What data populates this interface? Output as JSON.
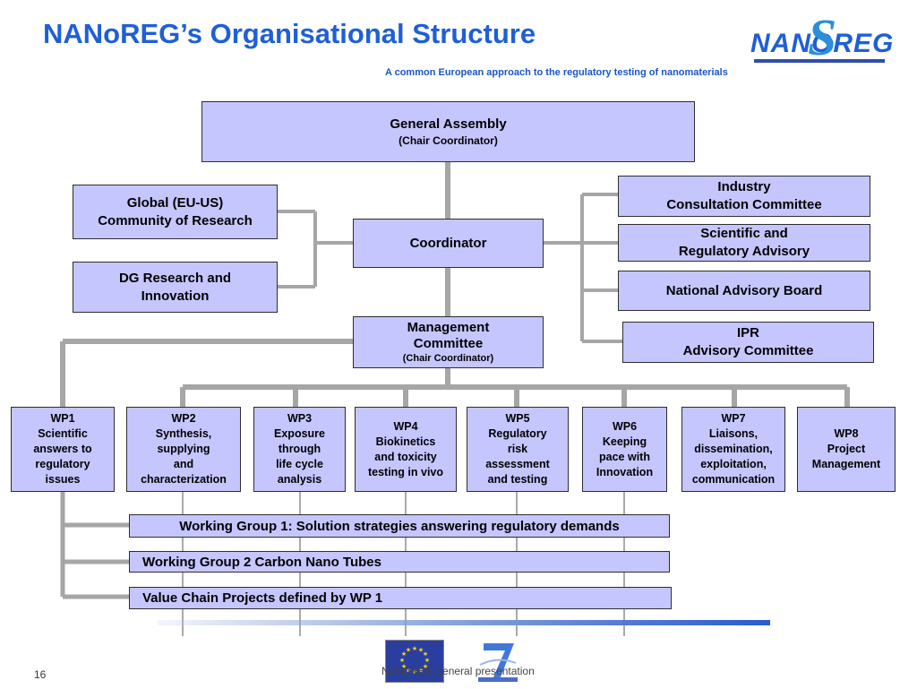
{
  "header": {
    "title": "NANoREG’s Organisational Structure",
    "subtitle": "A common European approach to the regulatory testing of nanomaterials",
    "logo_text": "NANOREG"
  },
  "colors": {
    "title": "#1f5fd6",
    "box_fill": "#c6c6ff",
    "connector": "#a6a6a6"
  },
  "boxes": {
    "general_assembly": {
      "line1": "General Assembly",
      "line2": "(Chair Coordinator)"
    },
    "coordinator": {
      "line1": "Coordinator"
    },
    "global_community": {
      "line1": "Global (EU-US)",
      "line2": "Community of Research"
    },
    "dg_research": {
      "line1": "DG Research and",
      "line2": "Innovation"
    },
    "industry_committee": {
      "line1": "Industry",
      "line2": "Consultation Committee"
    },
    "scientific_advisory": {
      "line1": "Scientific and",
      "line2": "Regulatory Advisory"
    },
    "national_board": {
      "line1": "National Advisory Board"
    },
    "ipr_committee": {
      "line1": "IPR",
      "line2": "Advisory Committee"
    },
    "management_committee": {
      "line1": "Management",
      "line2": "Committee",
      "line3": "(Chair Coordinator)"
    }
  },
  "work_packages": [
    {
      "id": "WP1",
      "lines": [
        "WP1",
        "Scientific",
        "answers to",
        "regulatory",
        "issues"
      ]
    },
    {
      "id": "WP2",
      "lines": [
        "WP2",
        "Synthesis,",
        "supplying",
        "and",
        "characterization"
      ]
    },
    {
      "id": "WP3",
      "lines": [
        "WP3",
        "Exposure",
        "through",
        "life cycle",
        "analysis"
      ]
    },
    {
      "id": "WP4",
      "lines": [
        "WP4",
        "Biokinetics",
        "and toxicity",
        "testing in vivo"
      ]
    },
    {
      "id": "WP5",
      "lines": [
        "WP5",
        "Regulatory",
        "risk",
        "assessment",
        "and testing"
      ]
    },
    {
      "id": "WP6",
      "lines": [
        "WP6",
        "Keeping",
        "pace with",
        "Innovation"
      ]
    },
    {
      "id": "WP7",
      "lines": [
        "WP7",
        "Liaisons,",
        "dissemination,",
        "exploitation,",
        "communication"
      ]
    },
    {
      "id": "WP8",
      "lines": [
        "WP8",
        "Project",
        "Management"
      ]
    }
  ],
  "working_groups": {
    "wg1": "Working Group 1: Solution strategies answering regulatory demands",
    "wg2": "Working Group 2  Carbon Nano Tubes",
    "value_chain": "Value Chain Projects  defined by WP 1"
  },
  "footer": {
    "text": "NANoREG general presentation",
    "page_number": "16"
  }
}
